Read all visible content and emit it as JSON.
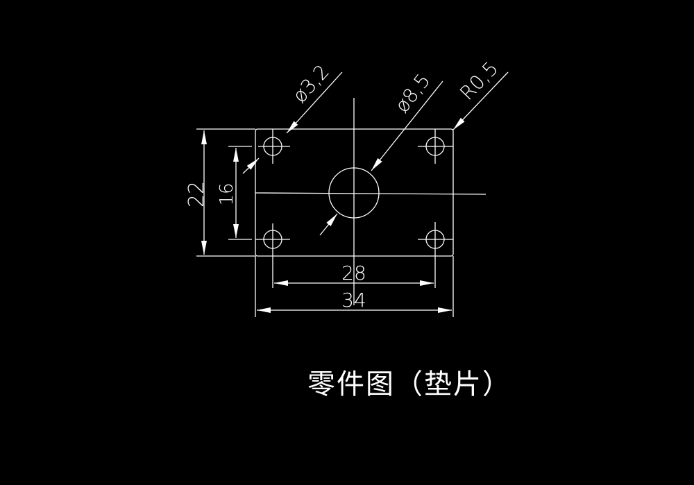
{
  "drawing": {
    "title": "零件图（垫片）",
    "background": "#000000",
    "line_color": "#ffffff",
    "dimensions": {
      "small_hole_dia": "ø3,2",
      "center_hole_dia": "ø8,5",
      "corner_radius": "R0,5",
      "overall_height": "22",
      "hole_spacing_vertical": "16",
      "hole_spacing_horizontal": "28",
      "overall_width": "34"
    }
  }
}
